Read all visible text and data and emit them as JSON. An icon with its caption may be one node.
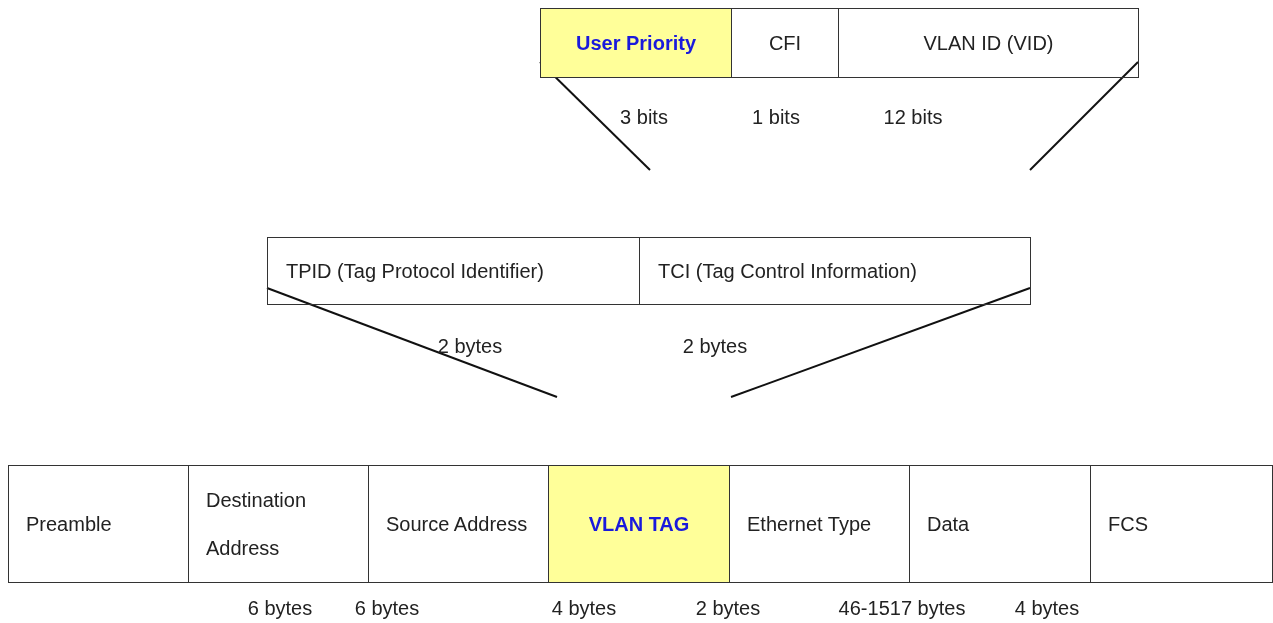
{
  "diagram": {
    "nodes": [
      {
        "text": [
          "User Priority"
        ]
      },
      {
        "text": [
          "CFI"
        ]
      },
      {
        "text": [
          "VLAN ID (VID)"
        ]
      },
      {
        "text": [
          "TPID (Tag Protocol Identifier)"
        ]
      },
      {
        "text": [
          "TCI (Tag Control Information)"
        ]
      },
      {
        "text": [
          "Preamble"
        ]
      },
      {
        "text": [
          "Destination Address"
        ]
      },
      {
        "text": [
          "Source Address"
        ]
      },
      {
        "text": [
          "VLAN TAG"
        ]
      },
      {
        "text": [
          "Ethernet Type"
        ]
      },
      {
        "text": [
          "Data"
        ]
      },
      {
        "text": [
          "FCS"
        ]
      }
    ],
    "edges": [],
    "labels": [
      "3 bits",
      "1 bits",
      "12 bits",
      "2 bytes",
      "2 bytes",
      "6 bytes",
      "6 bytes",
      "4 bytes",
      "2 bytes",
      "46-1517 bytes",
      "4 bytes"
    ]
  }
}
